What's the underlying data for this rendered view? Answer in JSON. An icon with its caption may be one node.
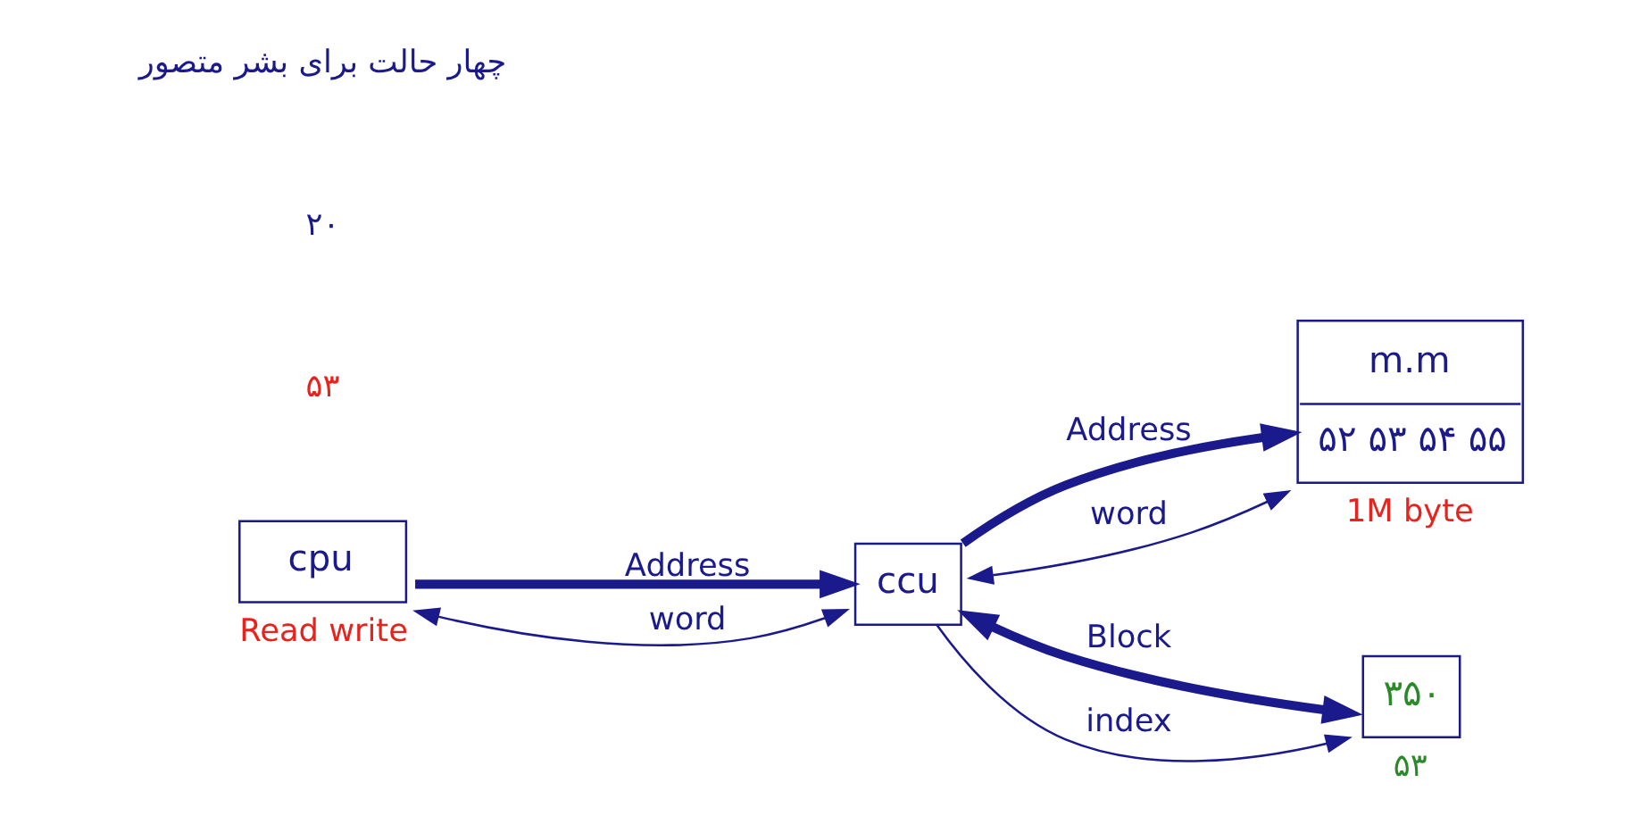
{
  "diagram": {
    "nodes": [
      {
        "text": [
          "cpu"
        ],
        "beside": [
          "Read write"
        ]
      },
      {
        "text": [
          "ccu"
        ]
      },
      {
        "text": [
          "m.m",
          "۵۲ ۵۳ ۵۴ ۵۵"
        ],
        "beside": [
          "1M byte"
        ]
      },
      {
        "text": [
          "۳۵۰"
        ],
        "beside": [
          "۵۳"
        ]
      }
    ],
    "edges": [
      {
        "from": 0,
        "to": 1,
        "arrow": "to",
        "label": "Address",
        "style": "thick"
      },
      {
        "from": 0,
        "to": 1,
        "arrow": "both",
        "label": "word"
      },
      {
        "from": 1,
        "to": 2,
        "arrow": "to",
        "label": "Address",
        "style": "thick"
      },
      {
        "from": 1,
        "to": 2,
        "arrow": "both",
        "label": "word"
      },
      {
        "from": 1,
        "to": 3,
        "arrow": "both",
        "label": "Block",
        "style": "thick"
      },
      {
        "from": 1,
        "to": 3,
        "arrow": "to",
        "label": "index"
      }
    ],
    "labels": [
      "۵۳",
      "۲۰",
      "چهار حالت برای بشر متصور"
    ]
  }
}
